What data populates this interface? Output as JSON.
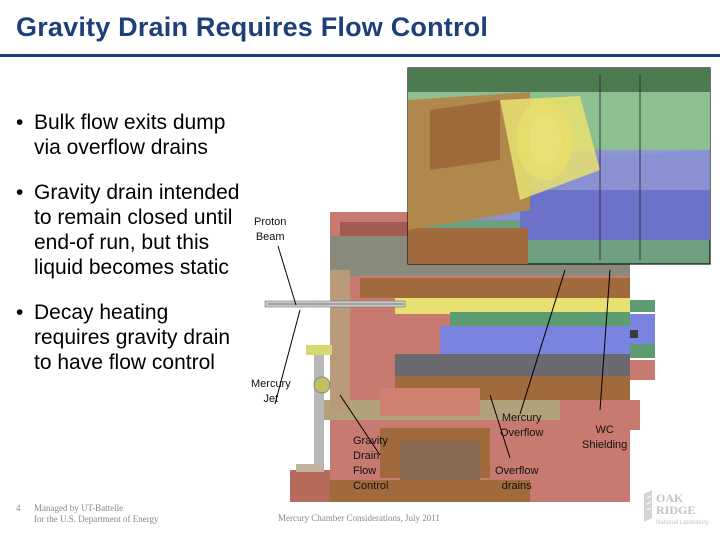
{
  "slide": {
    "title": "Gravity Drain Requires Flow Control",
    "page_number": "4",
    "footer_left_line1": "Managed by UT-Battelle",
    "footer_left_line2": "for the U.S. Department of Energy",
    "footer_center": "Mercury Chamber Considerations, July 2011"
  },
  "bullets": [
    {
      "text": "Bulk flow exits dump via overflow drains"
    },
    {
      "text": "Gravity drain intended to remain closed until end-of run, but this liquid becomes static"
    },
    {
      "text": "Decay heating requires gravity drain to have flow control"
    }
  ],
  "labels": {
    "proton_beam_1": "Proton",
    "proton_beam_2": "Beam",
    "mercury_jet_1": "Mercury",
    "mercury_jet_2": "Jet",
    "gravity_drain_1": "Gravity",
    "gravity_drain_2": "Drain",
    "gravity_drain_3": "Flow",
    "gravity_drain_4": "Control",
    "mercury_overflow_1": "Mercury",
    "mercury_overflow_2": "Overflow",
    "overflow_drains_1": "Overflow",
    "overflow_drains_2": "drains",
    "wc_shielding_1": "WC",
    "wc_shielding_2": "Shielding"
  },
  "logo": {
    "line1": "OAK",
    "line2": "RIDGE",
    "line3": "National Laboratory"
  },
  "colors": {
    "title": "#1f3f7a",
    "shell_red": "#c97a70",
    "steel_gray": "#8a8a7a",
    "insert_yellow": "#e8e070",
    "wc_green": "#5c9c70",
    "mercury_blue": "#7a84e0",
    "brown": "#a06a3c"
  }
}
